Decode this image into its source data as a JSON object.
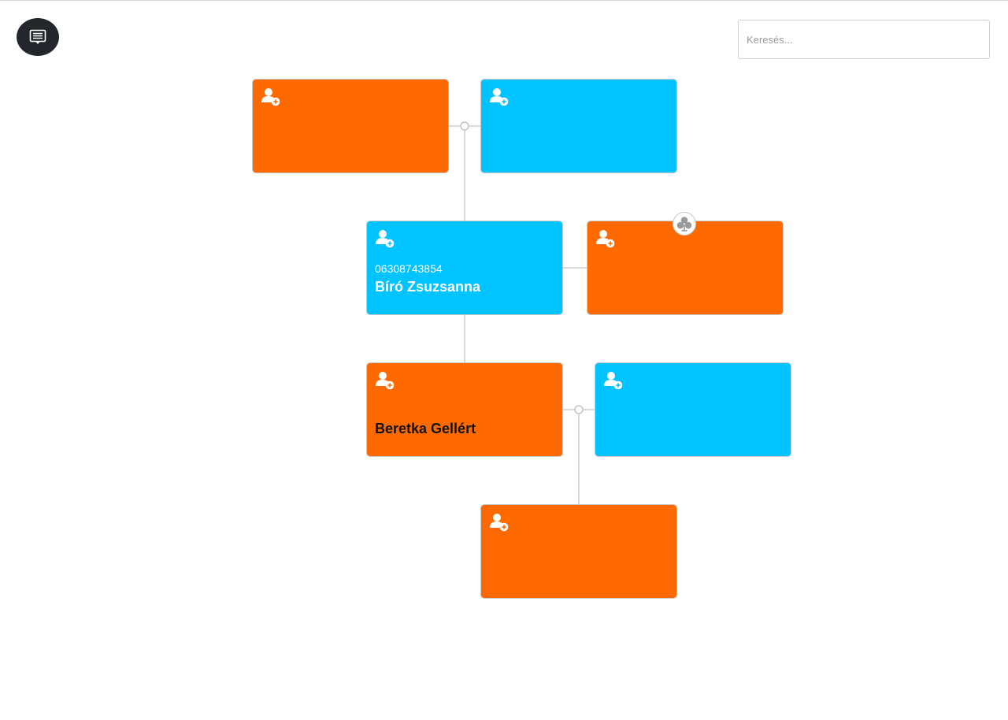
{
  "toolbar": {
    "menu_icon": "list-document-icon"
  },
  "search": {
    "placeholder": "Keresés...",
    "value": ""
  },
  "colors": {
    "male": "#00c3ff",
    "female": "#ff6a00",
    "link": "#c4c4c4"
  },
  "persons": [
    {
      "id": "p1",
      "gender": "female",
      "phone": "",
      "name": ""
    },
    {
      "id": "p2",
      "gender": "male",
      "phone": "",
      "name": ""
    },
    {
      "id": "p3",
      "gender": "male",
      "phone": "06308743854",
      "name": "Bíró Zsuzsanna"
    },
    {
      "id": "p4",
      "gender": "female",
      "phone": "",
      "name": "",
      "subtree_icon": "family-tree-icon"
    },
    {
      "id": "p5",
      "gender": "female",
      "phone": "",
      "name": "Beretka Gellért"
    },
    {
      "id": "p6",
      "gender": "male",
      "phone": "",
      "name": ""
    },
    {
      "id": "p7",
      "gender": "female",
      "phone": "",
      "name": ""
    }
  ],
  "relations": [
    {
      "type": "couple",
      "partners": [
        "p1",
        "p2"
      ],
      "children": [
        "p3"
      ]
    },
    {
      "type": "couple",
      "partners": [
        "p3",
        "p4"
      ],
      "children": [
        "p5"
      ]
    },
    {
      "type": "couple",
      "partners": [
        "p5",
        "p6"
      ],
      "children": [
        "p7"
      ]
    }
  ]
}
